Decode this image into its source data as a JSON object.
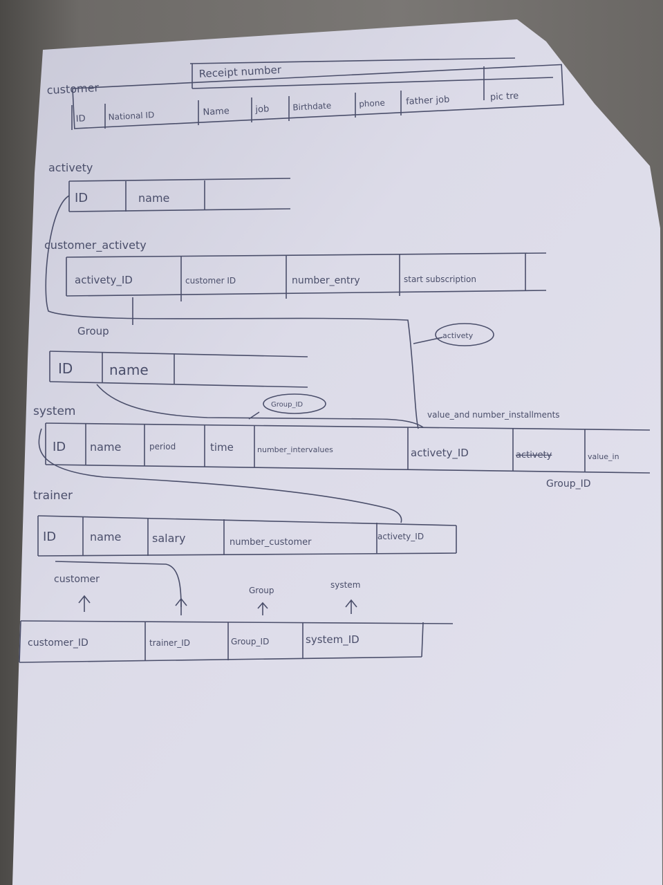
{
  "page": {
    "receipt_label": "Receipt number"
  },
  "tables": {
    "customer": {
      "title": "customer",
      "columns": [
        "ID",
        "National ID",
        "Name",
        "job",
        "Birthdate",
        "phone",
        "father job",
        "pic tre"
      ]
    },
    "activity": {
      "title": "activety",
      "columns": [
        "ID",
        "name"
      ]
    },
    "customer_activity": {
      "title": "customer_activety",
      "columns": [
        "activety_ID",
        "customer ID",
        "number_entry",
        "start subscription"
      ]
    },
    "group": {
      "title": "Group",
      "columns": [
        "ID",
        "name"
      ]
    },
    "system": {
      "title": "system",
      "columns": [
        "ID",
        "name",
        "period",
        "time",
        "number_intervalues",
        "activety_ID",
        "activety",
        "value_in"
      ]
    },
    "trainer": {
      "title": "trainer",
      "columns": [
        "ID",
        "name",
        "salary",
        "number_customer",
        "activety_ID"
      ]
    },
    "assignment": {
      "columns": [
        "customer_ID",
        "trainer_ID",
        "Group_ID",
        "system_ID"
      ]
    }
  },
  "annotations": {
    "activity_oval": "activety",
    "group_id_oval": "Group_ID",
    "system_extra_header": "value_and number_installments",
    "system_group_id": "Group_ID",
    "ref_customer": "customer",
    "ref_group": "Group",
    "ref_system": "system"
  },
  "colors": {
    "paper": "#d9d9e6",
    "ink": "#4a4e6a",
    "background": "#5a5856"
  }
}
